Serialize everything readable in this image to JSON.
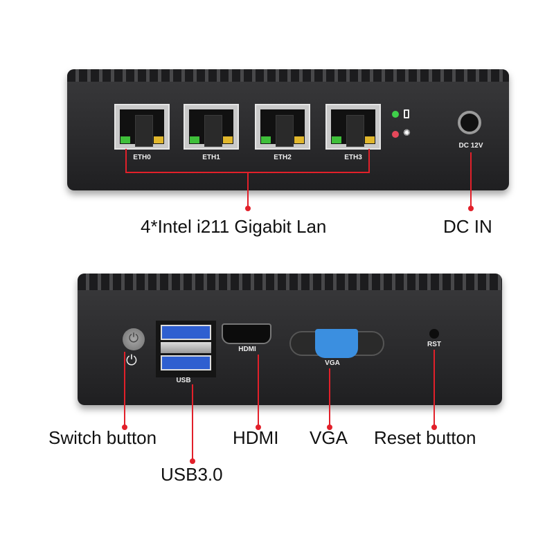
{
  "top_panel": {
    "ports": [
      "ETH0",
      "ETH1",
      "ETH2",
      "ETH3"
    ],
    "power_label": "DC 12V",
    "callouts": {
      "lan": "4*Intel i211 Gigabit Lan",
      "dc": "DC IN"
    }
  },
  "bottom_panel": {
    "port_labels": {
      "usb": "USB",
      "hdmi": "HDMI",
      "vga": "VGA",
      "rst": "RST"
    },
    "callouts": {
      "switch": "Switch button",
      "usb": "USB3.0",
      "hdmi": "HDMI",
      "vga": "VGA",
      "reset": "Reset button"
    }
  },
  "colors": {
    "callout_line": "#e2202a",
    "vga_blue": "#3b8fe0",
    "usb_blue": "#2f5fd0"
  }
}
